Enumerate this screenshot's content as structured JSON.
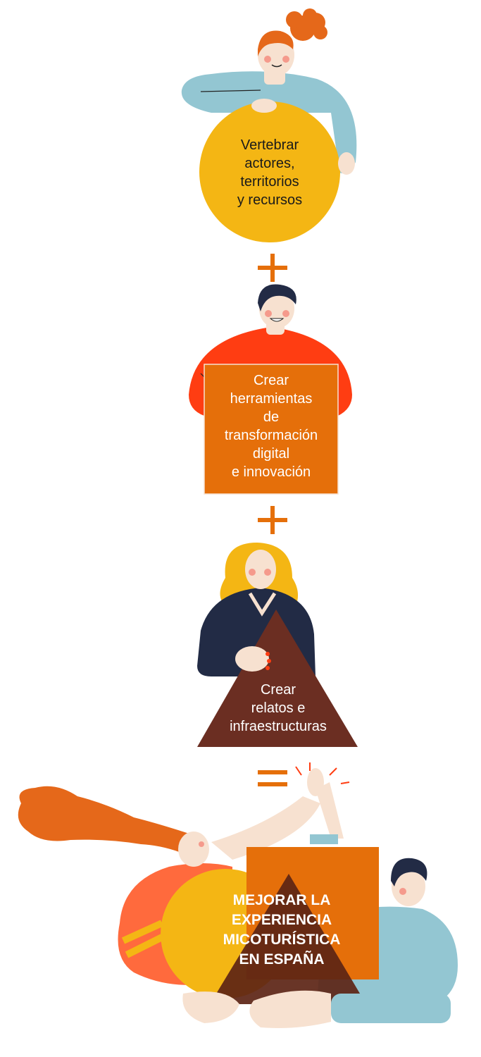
{
  "steps": [
    {
      "lines": [
        "Vertebrar",
        "actores,",
        "territorios",
        "y recursos"
      ]
    },
    {
      "lines": [
        "Crear",
        "herramientas",
        "de",
        "transformación",
        "digital",
        "e innovación"
      ]
    },
    {
      "lines": [
        "Crear",
        "relatos e",
        "infraestructuras"
      ]
    }
  ],
  "result": {
    "lines": [
      "MEJORAR LA",
      "EXPERIENCIA",
      "MICOTURÍSTICA",
      "EN ESPAÑA"
    ]
  },
  "colors": {
    "circle": "#f4b614",
    "square": "#e56f0a",
    "triangle": "#6b2e22",
    "operator": "#e56f0a"
  },
  "operators": [
    "plus",
    "plus",
    "equals"
  ]
}
